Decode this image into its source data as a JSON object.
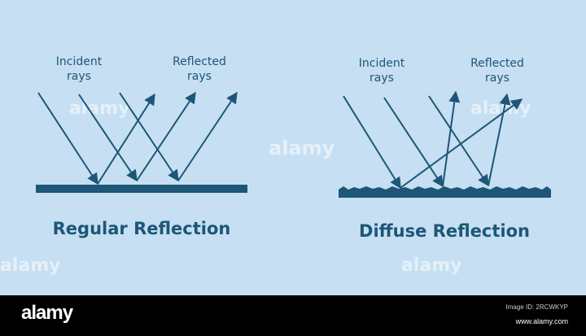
{
  "regular": {
    "incident_label_1": "Incident",
    "incident_label_2": "rays",
    "reflected_label_1": "Reflected",
    "reflected_label_2": "rays",
    "title": "Regular Reflection"
  },
  "diffuse": {
    "incident_label_1": "Incident",
    "incident_label_2": "rays",
    "reflected_label_1": "Reflected",
    "reflected_label_2": "rays",
    "title": "Diffuse Reflection"
  },
  "watermark": "alamy",
  "footer": {
    "logo": "alamy",
    "image_id": "Image ID: 2RCWKYP",
    "url": "www.alamy.com"
  },
  "colors": {
    "background": "#c6dff2",
    "ink": "#1d5677",
    "footer": "#000000"
  }
}
